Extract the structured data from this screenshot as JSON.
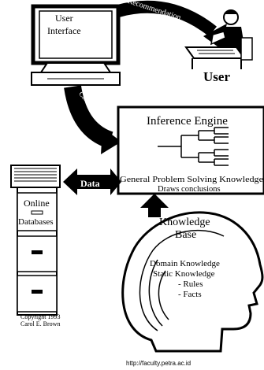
{
  "diagram": {
    "monitor_label_line1": "User",
    "monitor_label_line2": "Interface",
    "recommendation_label": "Recommendation",
    "user_label": "User",
    "case_data_label": "Case Data",
    "inference_engine_title": "Inference Engine",
    "inference_engine_line1": "General Problem Solving Knowledge",
    "inference_engine_line2": "Draws conclusions",
    "data_label": "Data",
    "database_label_line1": "Online",
    "database_label_line2": "Databases",
    "knowledge_base_line1": "Knowledge",
    "knowledge_base_line2": "Base",
    "kb_item1": "Domain Knowledge",
    "kb_item2": "Static Knowledge",
    "kb_item3": "- Rules",
    "kb_item4": "- Facts",
    "copyright_line1": "Copyright 1993",
    "copyright_line2": "Carol E. Brown",
    "source_url": "http://faculty.petra.ac.id"
  }
}
